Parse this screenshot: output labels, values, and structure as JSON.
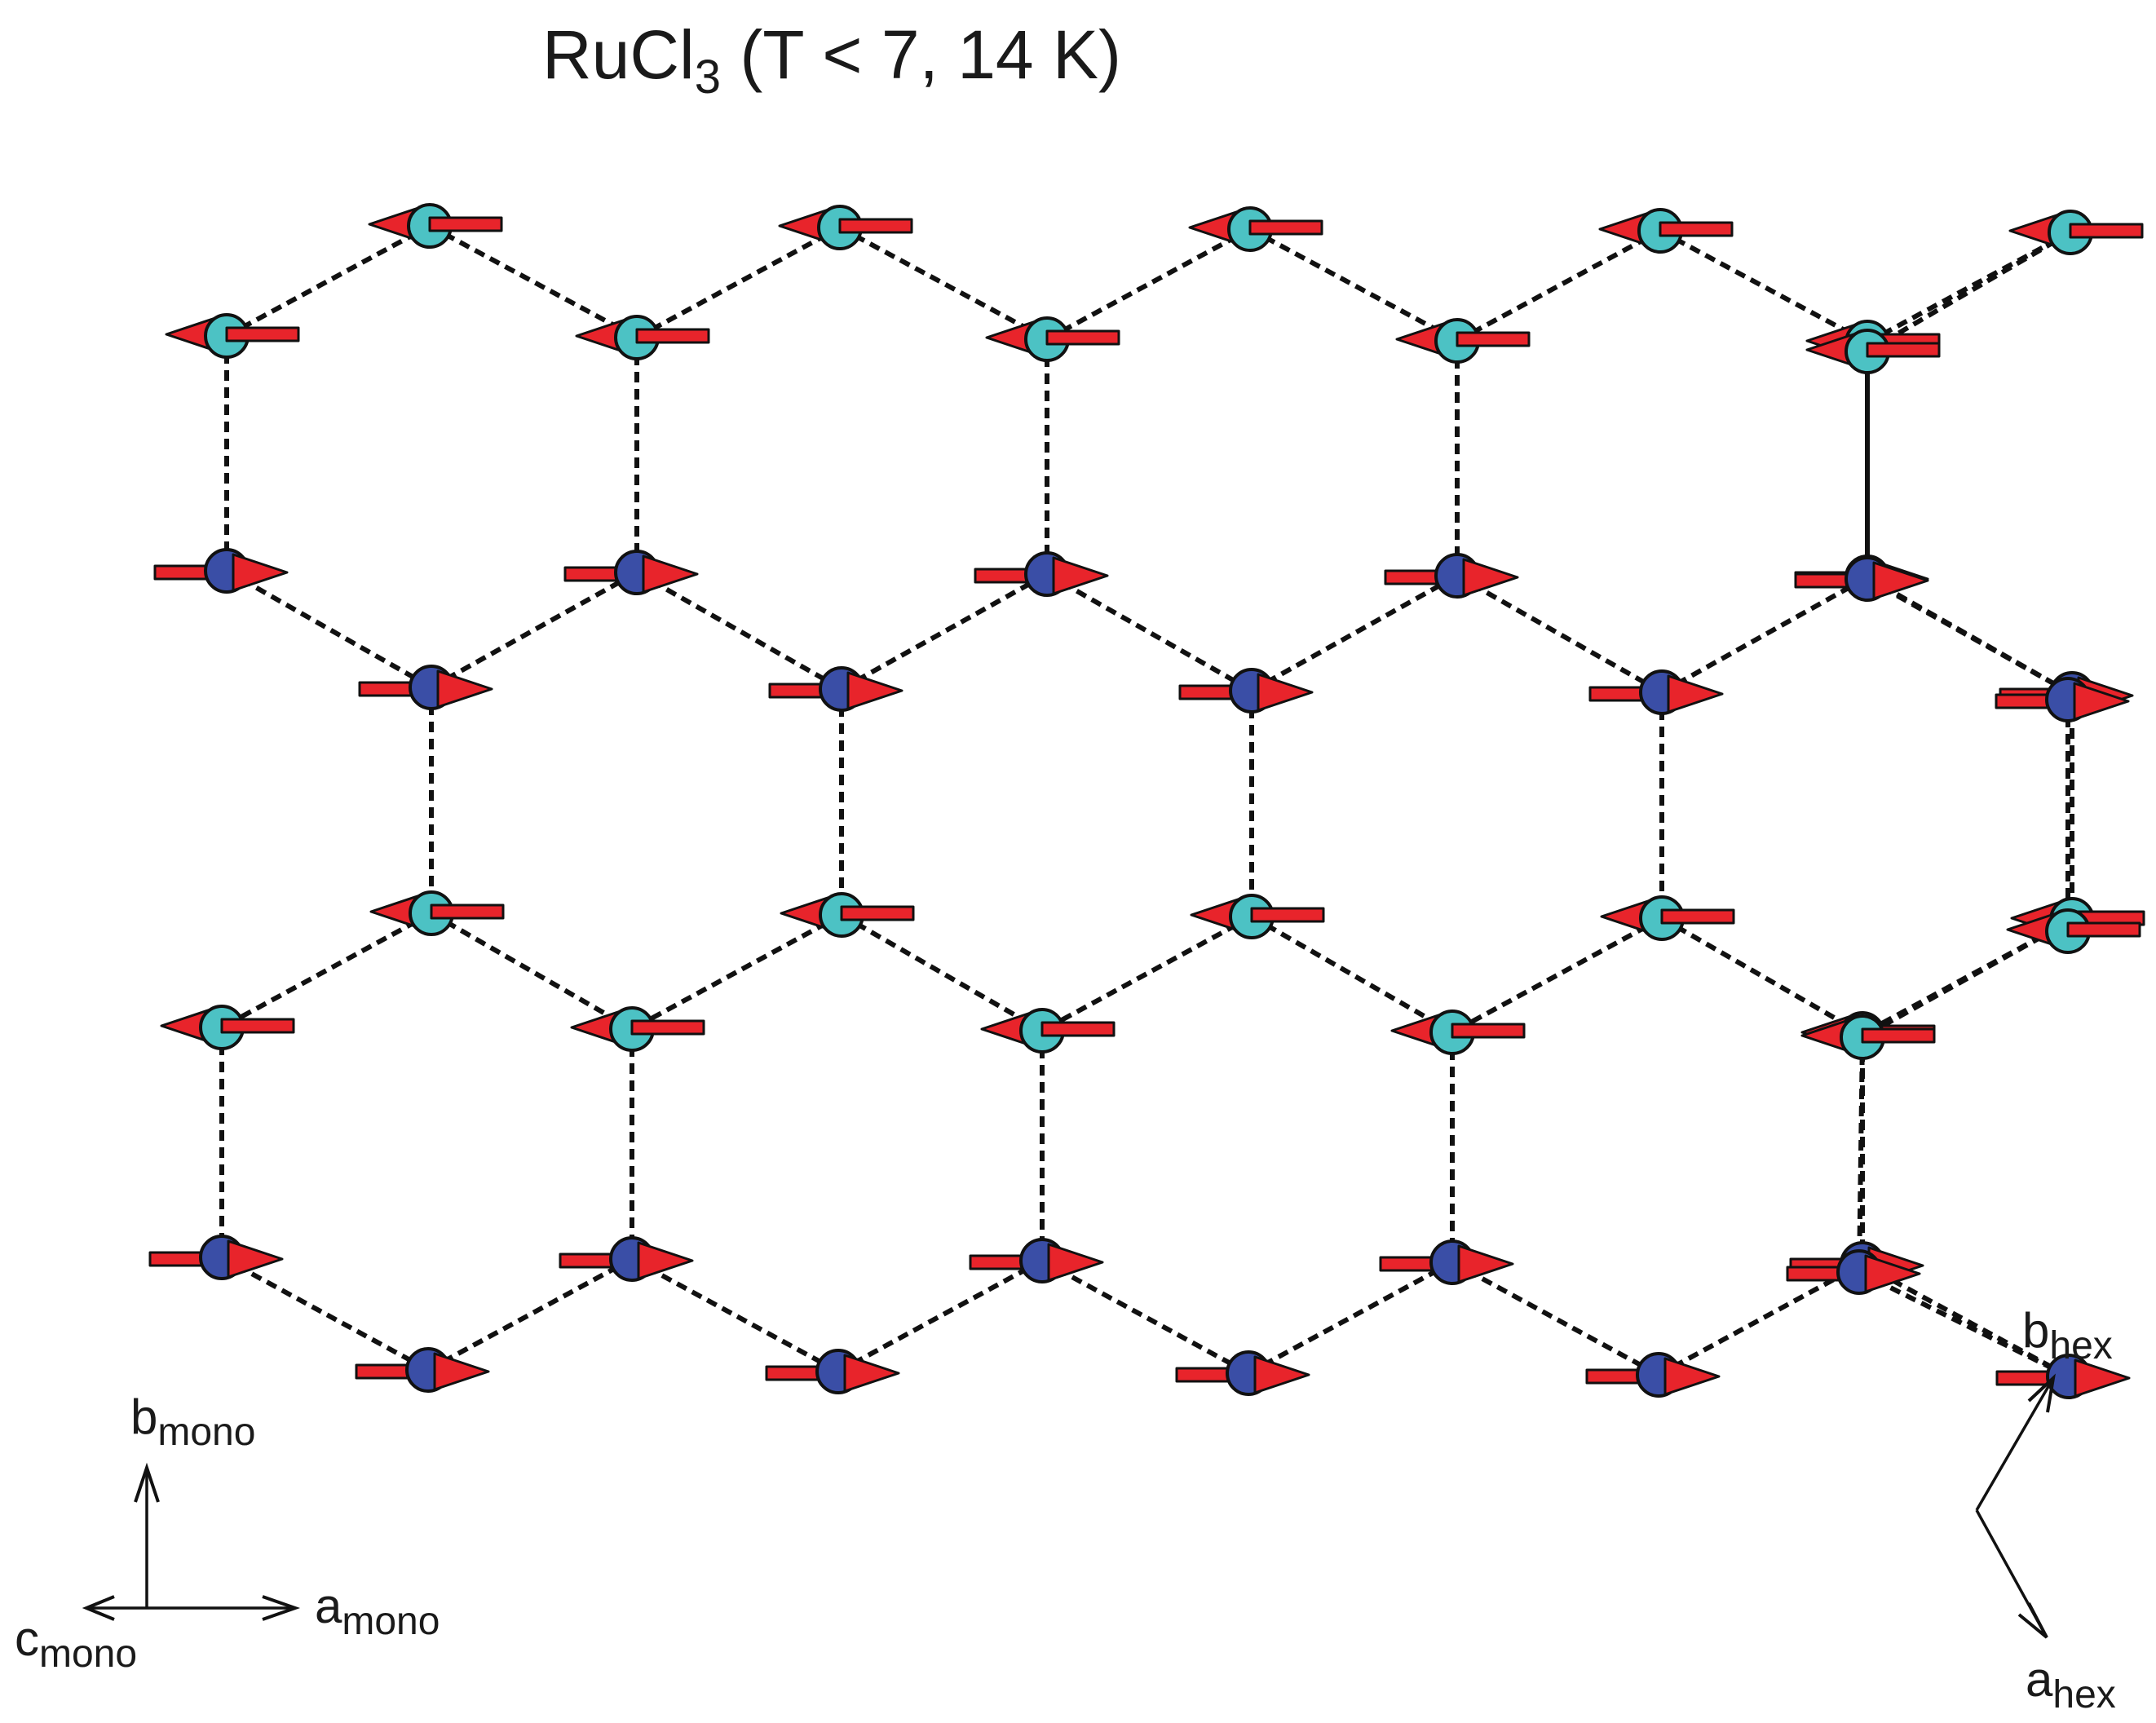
{
  "title": {
    "main": "RuCl",
    "sub": "3",
    "rest": " (T < 7, 14 K)"
  },
  "colors": {
    "spin_up_atom": "#4cc2c4",
    "spin_down_atom": "#3a4ea6",
    "moment_arrow": "#e8242b",
    "bond": "#111111"
  },
  "lattice": {
    "description_items": "honeycomb of Ru sites; cyan sites carry moments pointing toward -a_mono, blue sites toward +a_mono",
    "columns": 5,
    "rows_of_hexagons": 2
  },
  "axes_mono": {
    "b": {
      "base": "b",
      "sub": "mono"
    },
    "a": {
      "base": "a",
      "sub": "mono"
    },
    "c": {
      "base": "c",
      "sub": "mono"
    }
  },
  "axes_hex": {
    "b": {
      "base": "b",
      "sub": "hex"
    },
    "a": {
      "base": "a",
      "sub": "hex"
    }
  }
}
